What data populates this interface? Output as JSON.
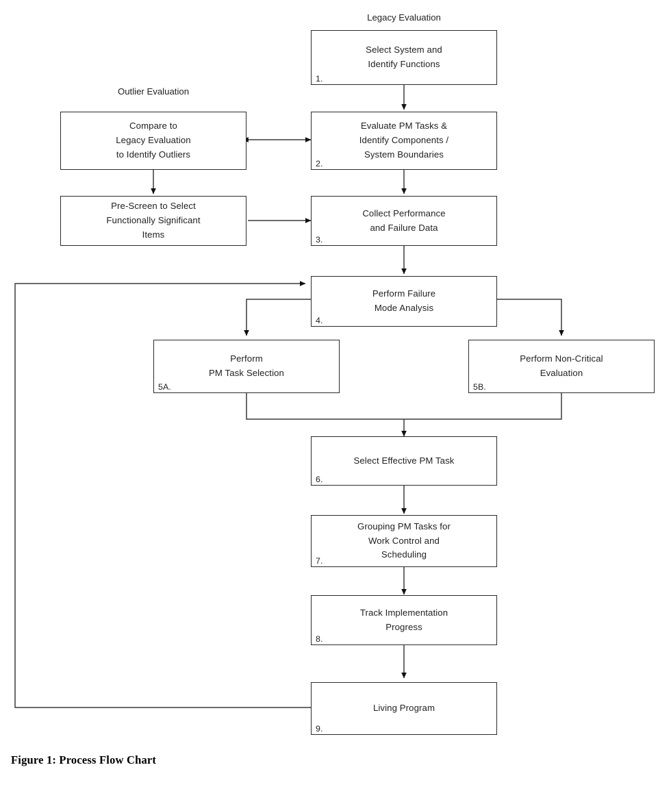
{
  "figure": {
    "caption": "Figure 1: Process Flow Chart",
    "background_color": "#ffffff",
    "line_color": "#2b2b2b",
    "text_color": "#222222"
  },
  "group_labels": [
    {
      "id": "legacy-evaluation",
      "text": "Legacy Evaluation"
    },
    {
      "id": "outlier-evaluation",
      "text": "Outlier Evaluation"
    }
  ],
  "chart_data": {
    "type": "diagram",
    "title": "Figure 1: Process Flow Chart",
    "nodes": [
      {
        "id": "n1",
        "number": "1.",
        "text": "Select System and\nIdentify Functions",
        "group": "Legacy Evaluation"
      },
      {
        "id": "n2",
        "number": "2.",
        "text": "Evaluate PM Tasks &\nIdentify Components /\nSystem Boundaries",
        "group": "Legacy Evaluation"
      },
      {
        "id": "n3",
        "number": "3.",
        "text": "Collect Performance\nand Failure Data",
        "group": "Legacy Evaluation"
      },
      {
        "id": "n4",
        "number": "4.",
        "text": "Perform Failure\nMode Analysis",
        "group": "Legacy Evaluation"
      },
      {
        "id": "n5a",
        "number": "5A.",
        "text": "Perform\nPM Task Selection",
        "group": "Legacy Evaluation"
      },
      {
        "id": "n5b",
        "number": "5B.",
        "text": "Perform Non-Critical\nEvaluation",
        "group": "Legacy Evaluation"
      },
      {
        "id": "n6",
        "number": "6.",
        "text": "Select Effective PM Task",
        "group": "Legacy Evaluation"
      },
      {
        "id": "n7",
        "number": "7.",
        "text": "Grouping PM Tasks for\nWork Control and\nScheduling",
        "group": "Legacy Evaluation"
      },
      {
        "id": "n8",
        "number": "8.",
        "text": "Track Implementation\nProgress",
        "group": "Legacy Evaluation"
      },
      {
        "id": "n9",
        "number": "9.",
        "text": "Living Program",
        "group": "Legacy Evaluation"
      },
      {
        "id": "o1",
        "number": "",
        "text": "Compare to\nLegacy Evaluation\nto Identify Outliers",
        "group": "Outlier Evaluation"
      },
      {
        "id": "o2",
        "number": "",
        "text": "Pre-Screen to Select\nFunctionally Significant\nItems",
        "group": "Outlier Evaluation"
      }
    ],
    "edges": [
      {
        "from": "n1",
        "to": "n2",
        "style": "arrow"
      },
      {
        "from": "n2",
        "to": "o1",
        "style": "double-arrow"
      },
      {
        "from": "o1",
        "to": "o2",
        "style": "arrow"
      },
      {
        "from": "n2",
        "to": "n3",
        "style": "arrow"
      },
      {
        "from": "o2",
        "to": "n3",
        "style": "arrow"
      },
      {
        "from": "n3",
        "to": "n4",
        "style": "arrow"
      },
      {
        "from": "n4",
        "to": "n5a",
        "style": "arrow"
      },
      {
        "from": "n4",
        "to": "n5b",
        "style": "arrow"
      },
      {
        "from": "n5a",
        "to": "n6",
        "style": "arrow"
      },
      {
        "from": "n5b",
        "to": "n6",
        "style": "arrow"
      },
      {
        "from": "n6",
        "to": "n7",
        "style": "arrow"
      },
      {
        "from": "n7",
        "to": "n8",
        "style": "arrow"
      },
      {
        "from": "n8",
        "to": "n9",
        "style": "arrow"
      },
      {
        "from": "n9",
        "to": "n4",
        "style": "arrow-feedback"
      }
    ]
  }
}
